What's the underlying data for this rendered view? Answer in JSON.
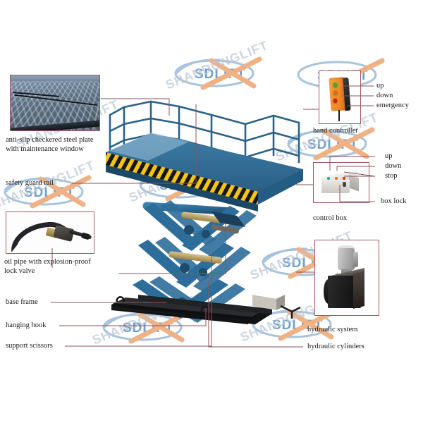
{
  "diagram": {
    "title": "Hydraulic Scissor Lift Labeled Diagram",
    "background_color": "#ffffff",
    "callout_color": "#8e5259",
    "label_text_color": "#1a1a1a"
  },
  "watermark": {
    "logo_text": "SDLIFT",
    "brand_text": "SHANDONGLIFT",
    "logo_color": "#a8c4dd",
    "slash_color": "#f0b184",
    "text_color": "#b9c7d6"
  },
  "labels": {
    "checkered_plate": "anti-slip checkered steel plate",
    "checkered_plate_line2": "with maintenance window",
    "guard_rail": "safety guard rail",
    "oil_pipe": "oil pipe with explosion-proof",
    "oil_pipe_line2": "lock valve",
    "base_frame": "base frame",
    "hanging_hook": "hanging hook",
    "support_scissors": "support scissors",
    "hand_controller": "hand controller",
    "control_box": "control box",
    "hydraulic_system": "hydraulic system",
    "hydraulic_cylinders": "hydraulic cylinders"
  },
  "hand_controller_buttons": {
    "up": "up",
    "down": "down",
    "emergency": "emergency"
  },
  "control_box_buttons": {
    "up": "up",
    "down": "down",
    "stop": "stop",
    "box_lock": "box lock"
  },
  "insets": {
    "checkered_plate_photo": "checkered-steel-plate-photo",
    "oil_pipe_photo": "oil-pipe-explosion-proof-valve-photo",
    "hand_controller_photo": "orange-pendant-hand-controller-photo",
    "control_box_photo": "grey-control-box-photo",
    "hydraulic_system_photo": "hydraulic-power-unit-photo"
  },
  "machine": {
    "name": "hydraulic-scissor-lift",
    "platform_color": "#2e6a93",
    "scissor_color": "#2d6d99",
    "hazard_stripe_colors": [
      "#f2c50e",
      "#1b1b1b"
    ],
    "base_frame_color": "#17181a"
  }
}
